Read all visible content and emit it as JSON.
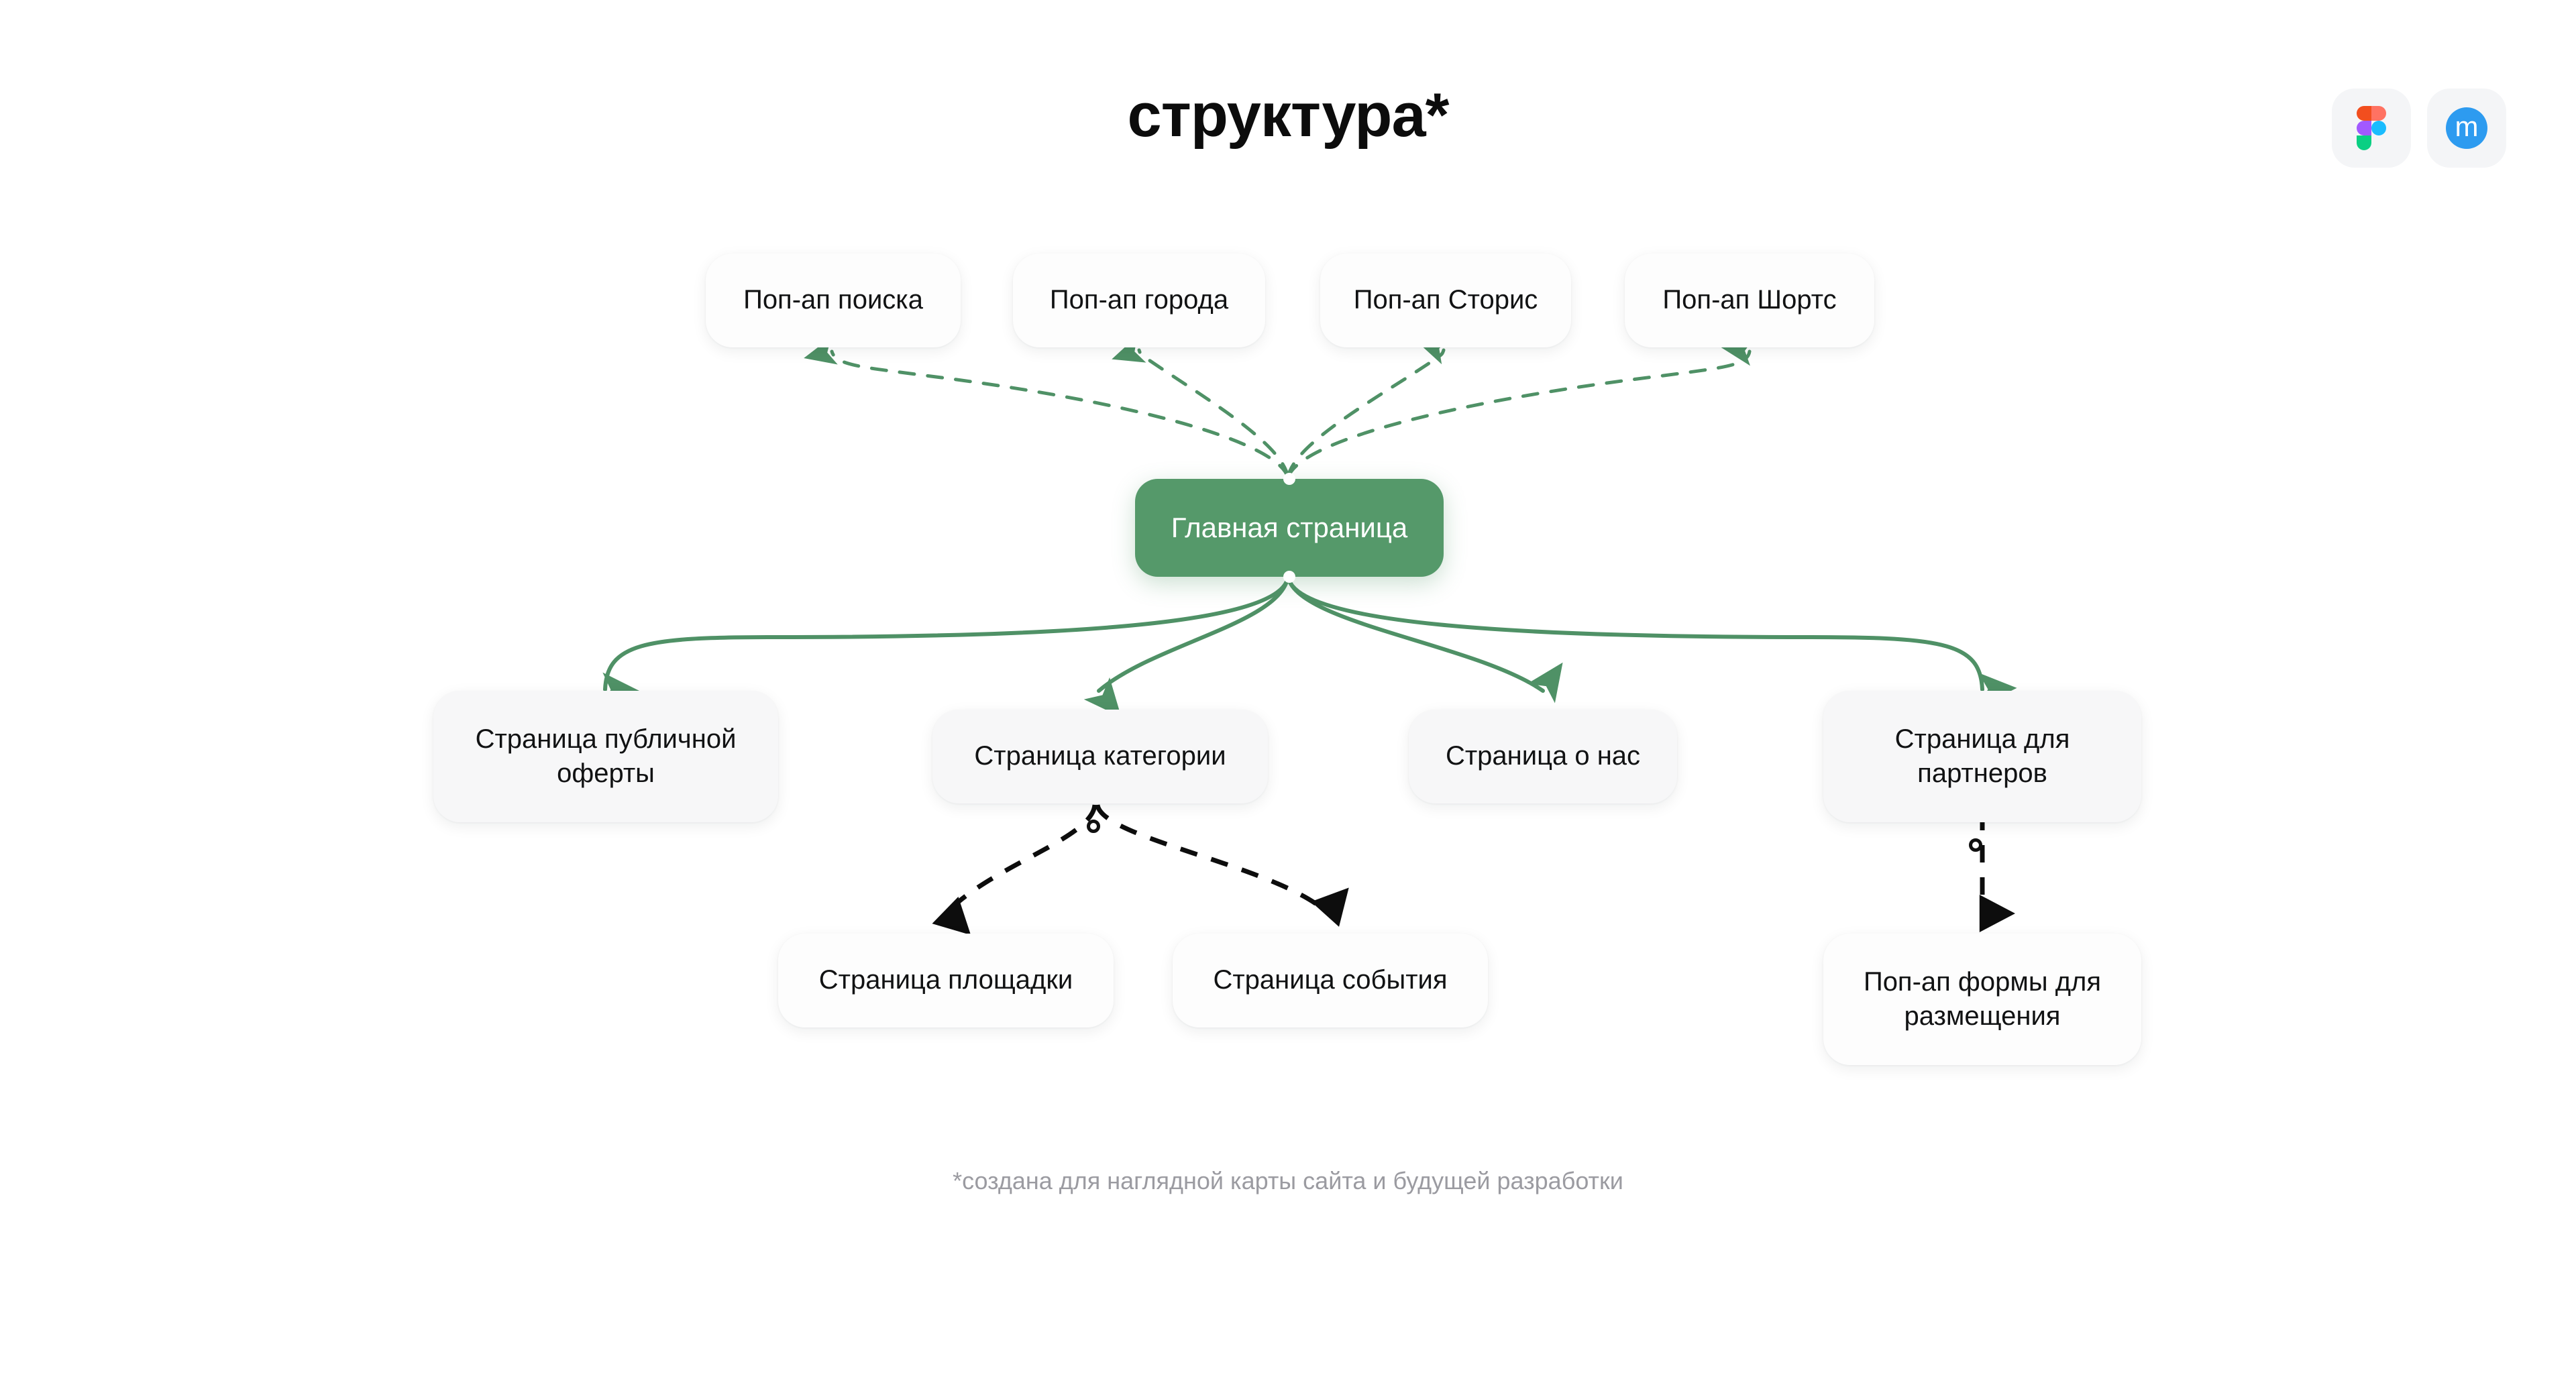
{
  "page": {
    "title": "структура*",
    "footnote": "*создана для наглядной карты сайта и будущей разработки",
    "background_color": "#ffffff",
    "accent_green": "#55996a",
    "node_background": "#f7f7f8",
    "text_color": "#111213",
    "footnote_color": "#9b9ba1"
  },
  "app_icons": [
    {
      "name": "figma-icon",
      "label": "Figma"
    },
    {
      "name": "miro-icon",
      "label": "m"
    }
  ],
  "diagram": {
    "root": {
      "label": "Главная страница",
      "color": "#55996a"
    },
    "popups_top": [
      {
        "label": "Поп-ап поиска"
      },
      {
        "label": "Поп-ап города"
      },
      {
        "label": "Поп-ап Сторис"
      },
      {
        "label": "Поп-ап Шортс"
      }
    ],
    "pages_middle": [
      {
        "label": "Страница публичной оферты"
      },
      {
        "label": "Страница категории"
      },
      {
        "label": "Страница о нас"
      },
      {
        "label": "Страница для партнеров"
      }
    ],
    "pages_bottom": [
      {
        "label": "Страница площадки"
      },
      {
        "label": "Страница события"
      },
      {
        "label": "Поп-ап формы для размещения"
      }
    ],
    "edges": {
      "root_to_popups_style": "dashed-green-up",
      "root_to_pages_style": "solid-green-down",
      "category_children_style": "dashed-black-down",
      "partners_child_style": "dashed-black-down"
    }
  }
}
